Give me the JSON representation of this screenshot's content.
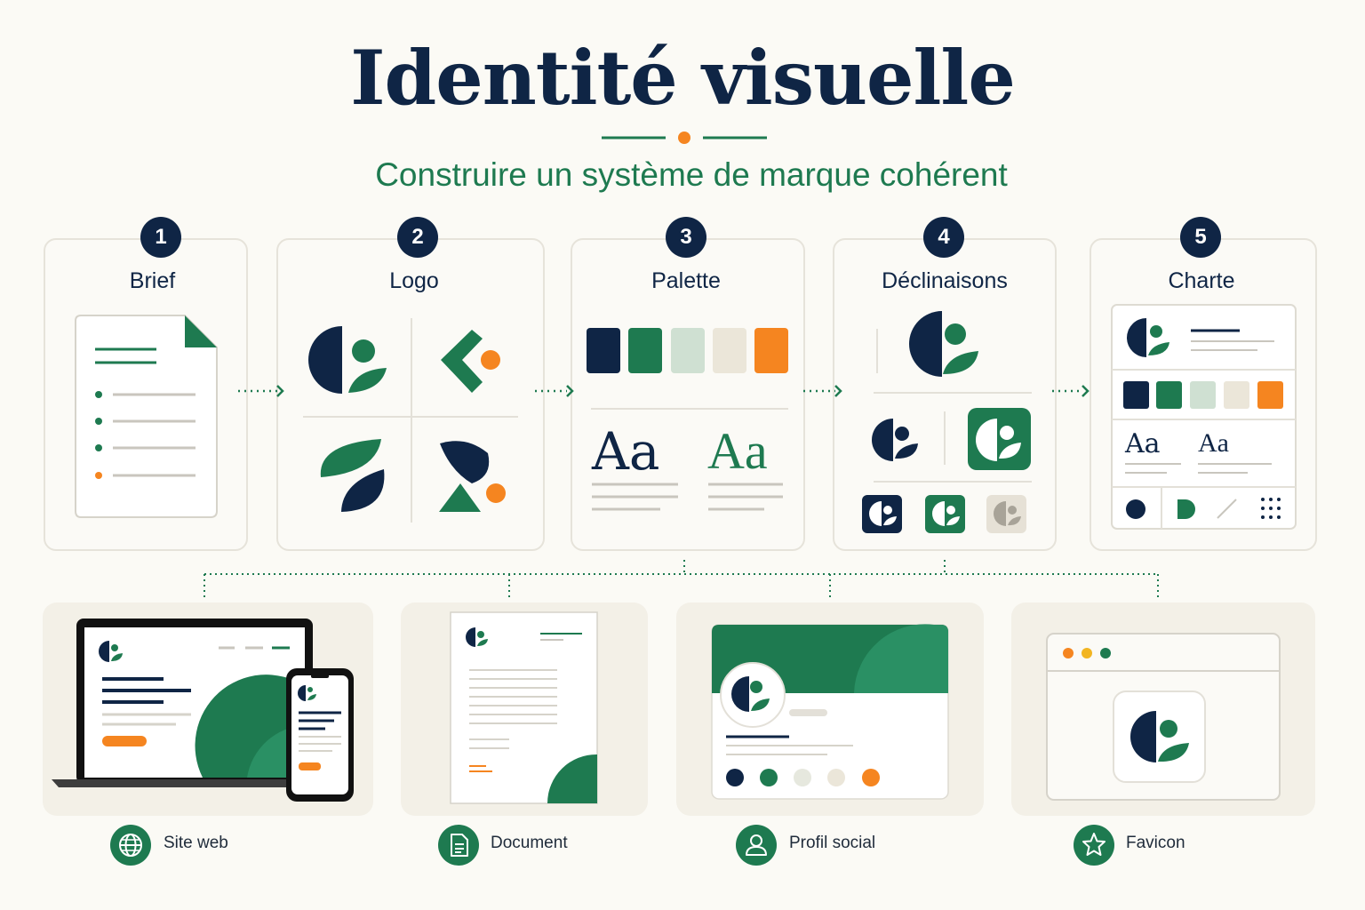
{
  "header": {
    "title": "Identité visuelle",
    "subtitle": "Construire un système de marque cohérent"
  },
  "steps": [
    {
      "number": "1",
      "label": "Brief"
    },
    {
      "number": "2",
      "label": "Logo"
    },
    {
      "number": "3",
      "label": "Palette"
    },
    {
      "number": "4",
      "label": "Déclinaisons"
    },
    {
      "number": "5",
      "label": "Charte"
    }
  ],
  "palette": {
    "colors": [
      "#0f2545",
      "#1e7a50",
      "#cfe0d2",
      "#ebe6d9",
      "#f58520"
    ],
    "typography_sample": "Aa"
  },
  "charte": {
    "typography_sample": "Aa"
  },
  "applications": [
    {
      "label": "Site web",
      "icon": "globe-icon"
    },
    {
      "label": "Document",
      "icon": "document-icon"
    },
    {
      "label": "Profil social",
      "icon": "user-icon"
    },
    {
      "label": "Favicon",
      "icon": "star-icon"
    }
  ],
  "theme": {
    "navy": "#0f2545",
    "green": "#1e7a50",
    "orange": "#f58520",
    "background": "#fbfaf5"
  }
}
